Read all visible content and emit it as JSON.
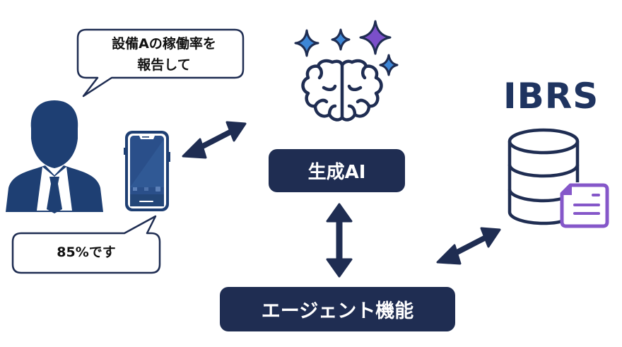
{
  "request_bubble": {
    "line1": "設備Aの稼働率を",
    "line2": "報告して"
  },
  "response_bubble": {
    "text": "85%です"
  },
  "generative_ai": {
    "label": "生成AI",
    "icon": "brain-sparkles-icon"
  },
  "agent": {
    "label": "エージェント機能"
  },
  "system": {
    "title": "IBRS",
    "icon": "database-document-icon"
  },
  "user": {
    "icon": "businessman-icon"
  },
  "device": {
    "icon": "smartphone-icon"
  },
  "colors": {
    "navy": "#1f2d52",
    "figure_blue": "#1e3f73",
    "sparkle_blue": "#3d86d6",
    "sparkle_purple": "#7b4fc9",
    "doc_purple": "#8557c9"
  }
}
